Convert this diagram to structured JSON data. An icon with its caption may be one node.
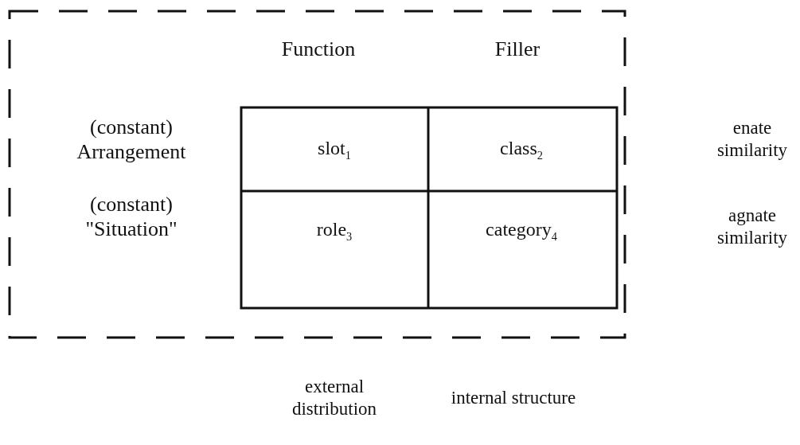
{
  "diagram": {
    "labels": [
      "Function",
      "Filler",
      "(constant) Arrangement",
      "slot$_{1}$",
      "class$_{2}$",
      "enate similarity",
      "(constant) \"Situation\"",
      "role$_{3}$",
      "category$_{4}$",
      "agnate similarity",
      "external distribution",
      "internal structure"
    ]
  }
}
